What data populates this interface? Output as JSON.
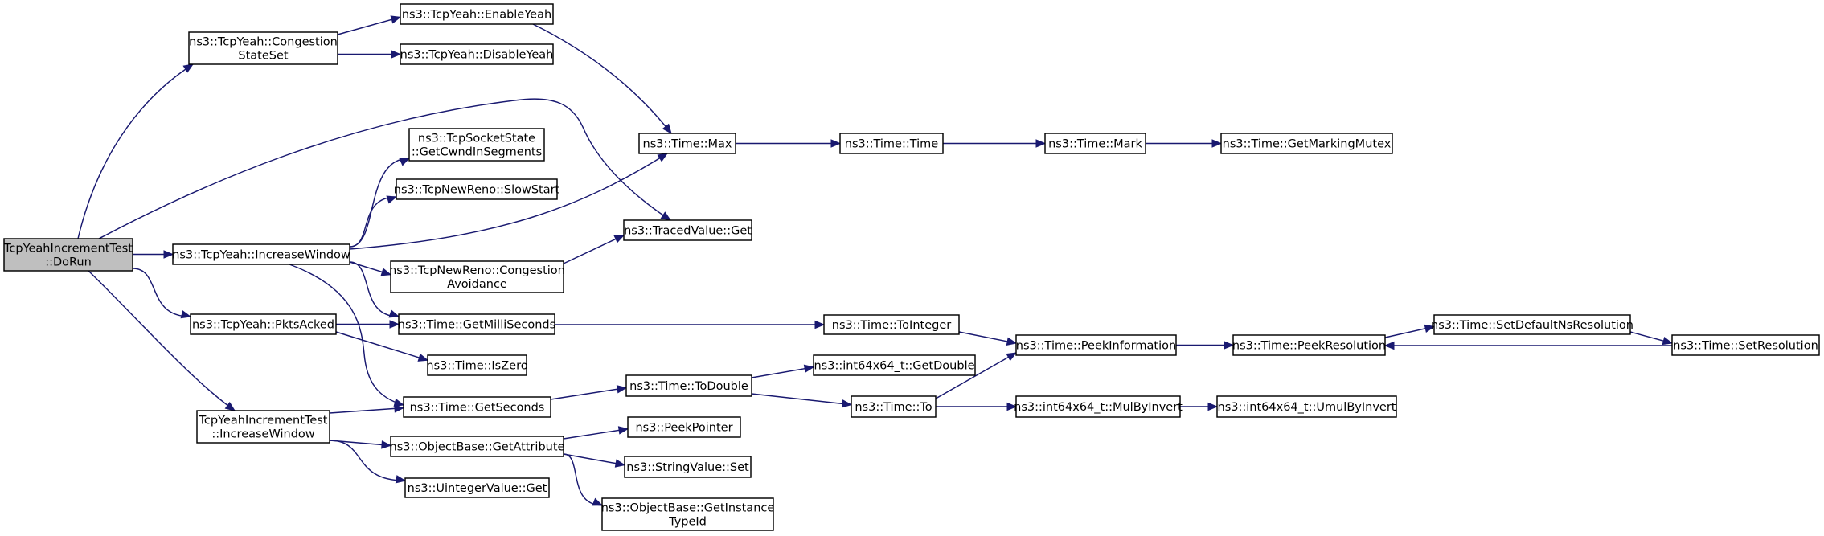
{
  "colors": {
    "edge": "#191970",
    "root_fill": "#bfbfbf",
    "node_fill": "#ffffff",
    "border": "#000000"
  },
  "nodes": [
    {
      "id": "doRun",
      "lines": [
        "TcpYeahIncrementTest",
        "::DoRun"
      ],
      "root": true
    },
    {
      "id": "congState",
      "lines": [
        "ns3::TcpYeah::Congestion",
        "StateSet"
      ]
    },
    {
      "id": "enableYeah",
      "lines": [
        "ns3::TcpYeah::EnableYeah"
      ]
    },
    {
      "id": "disableYeah",
      "lines": [
        "ns3::TcpYeah::DisableYeah"
      ]
    },
    {
      "id": "increaseWindow",
      "lines": [
        "ns3::TcpYeah::IncreaseWindow"
      ]
    },
    {
      "id": "getCwnd",
      "lines": [
        "ns3::TcpSocketState",
        "::GetCwndInSegments"
      ]
    },
    {
      "id": "slowStart",
      "lines": [
        "ns3::TcpNewReno::SlowStart"
      ]
    },
    {
      "id": "congAvoid",
      "lines": [
        "ns3::TcpNewReno::Congestion",
        "Avoidance"
      ]
    },
    {
      "id": "timeMax",
      "lines": [
        "ns3::Time::Max"
      ]
    },
    {
      "id": "tracedGet",
      "lines": [
        "ns3::TracedValue::Get"
      ]
    },
    {
      "id": "timeTime",
      "lines": [
        "ns3::Time::Time"
      ]
    },
    {
      "id": "timeMark",
      "lines": [
        "ns3::Time::Mark"
      ]
    },
    {
      "id": "markMutex",
      "lines": [
        "ns3::Time::GetMarkingMutex"
      ]
    },
    {
      "id": "pktsAcked",
      "lines": [
        "ns3::TcpYeah::PktsAcked"
      ]
    },
    {
      "id": "getMilli",
      "lines": [
        "ns3::Time::GetMilliSeconds"
      ]
    },
    {
      "id": "isZero",
      "lines": [
        "ns3::Time::IsZero"
      ]
    },
    {
      "id": "toInteger",
      "lines": [
        "ns3::Time::ToInteger"
      ]
    },
    {
      "id": "peekInfo",
      "lines": [
        "ns3::Time::PeekInformation"
      ]
    },
    {
      "id": "peekRes",
      "lines": [
        "ns3::Time::PeekResolution"
      ]
    },
    {
      "id": "setDefRes",
      "lines": [
        "ns3::Time::SetDefaultNsResolution"
      ]
    },
    {
      "id": "setRes",
      "lines": [
        "ns3::Time::SetResolution"
      ]
    },
    {
      "id": "testIncWin",
      "lines": [
        "TcpYeahIncrementTest",
        "::IncreaseWindow"
      ]
    },
    {
      "id": "getSeconds",
      "lines": [
        "ns3::Time::GetSeconds"
      ]
    },
    {
      "id": "toDouble",
      "lines": [
        "ns3::Time::ToDouble"
      ]
    },
    {
      "id": "getDouble",
      "lines": [
        "ns3::int64x64_t::GetDouble"
      ]
    },
    {
      "id": "timeTo",
      "lines": [
        "ns3::Time::To"
      ]
    },
    {
      "id": "mulByInv",
      "lines": [
        "ns3::int64x64_t::MulByInvert"
      ]
    },
    {
      "id": "umulByInv",
      "lines": [
        "ns3::int64x64_t::UmulByInvert"
      ]
    },
    {
      "id": "getAttr",
      "lines": [
        "ns3::ObjectBase::GetAttribute"
      ]
    },
    {
      "id": "peekPtr",
      "lines": [
        "ns3::PeekPointer"
      ]
    },
    {
      "id": "strSet",
      "lines": [
        "ns3::StringValue::Set"
      ]
    },
    {
      "id": "getInstType",
      "lines": [
        "ns3::ObjectBase::GetInstance",
        "TypeId"
      ]
    },
    {
      "id": "uintGet",
      "lines": [
        "ns3::UintegerValue::Get"
      ]
    }
  ],
  "edges": [
    [
      "doRun",
      "congState"
    ],
    [
      "doRun",
      "tracedGet"
    ],
    [
      "doRun",
      "increaseWindow"
    ],
    [
      "doRun",
      "pktsAcked"
    ],
    [
      "doRun",
      "testIncWin"
    ],
    [
      "congState",
      "enableYeah"
    ],
    [
      "congState",
      "disableYeah"
    ],
    [
      "enableYeah",
      "timeMax"
    ],
    [
      "increaseWindow",
      "getCwnd"
    ],
    [
      "increaseWindow",
      "slowStart"
    ],
    [
      "increaseWindow",
      "timeMax"
    ],
    [
      "increaseWindow",
      "congAvoid"
    ],
    [
      "increaseWindow",
      "getMilli"
    ],
    [
      "increaseWindow",
      "getSeconds"
    ],
    [
      "congAvoid",
      "tracedGet"
    ],
    [
      "timeMax",
      "timeTime"
    ],
    [
      "timeTime",
      "timeMark"
    ],
    [
      "timeMark",
      "markMutex"
    ],
    [
      "pktsAcked",
      "getMilli"
    ],
    [
      "pktsAcked",
      "isZero"
    ],
    [
      "getMilli",
      "toInteger"
    ],
    [
      "toInteger",
      "peekInfo"
    ],
    [
      "peekInfo",
      "peekRes"
    ],
    [
      "peekRes",
      "setDefRes"
    ],
    [
      "setDefRes",
      "setRes"
    ],
    [
      "setRes",
      "peekRes"
    ],
    [
      "testIncWin",
      "getSeconds"
    ],
    [
      "testIncWin",
      "getAttr"
    ],
    [
      "testIncWin",
      "uintGet"
    ],
    [
      "getSeconds",
      "toDouble"
    ],
    [
      "toDouble",
      "getDouble"
    ],
    [
      "toDouble",
      "timeTo"
    ],
    [
      "timeTo",
      "peekInfo"
    ],
    [
      "timeTo",
      "mulByInv"
    ],
    [
      "mulByInv",
      "umulByInv"
    ],
    [
      "getAttr",
      "peekPtr"
    ],
    [
      "getAttr",
      "strSet"
    ],
    [
      "getAttr",
      "getInstType"
    ]
  ]
}
